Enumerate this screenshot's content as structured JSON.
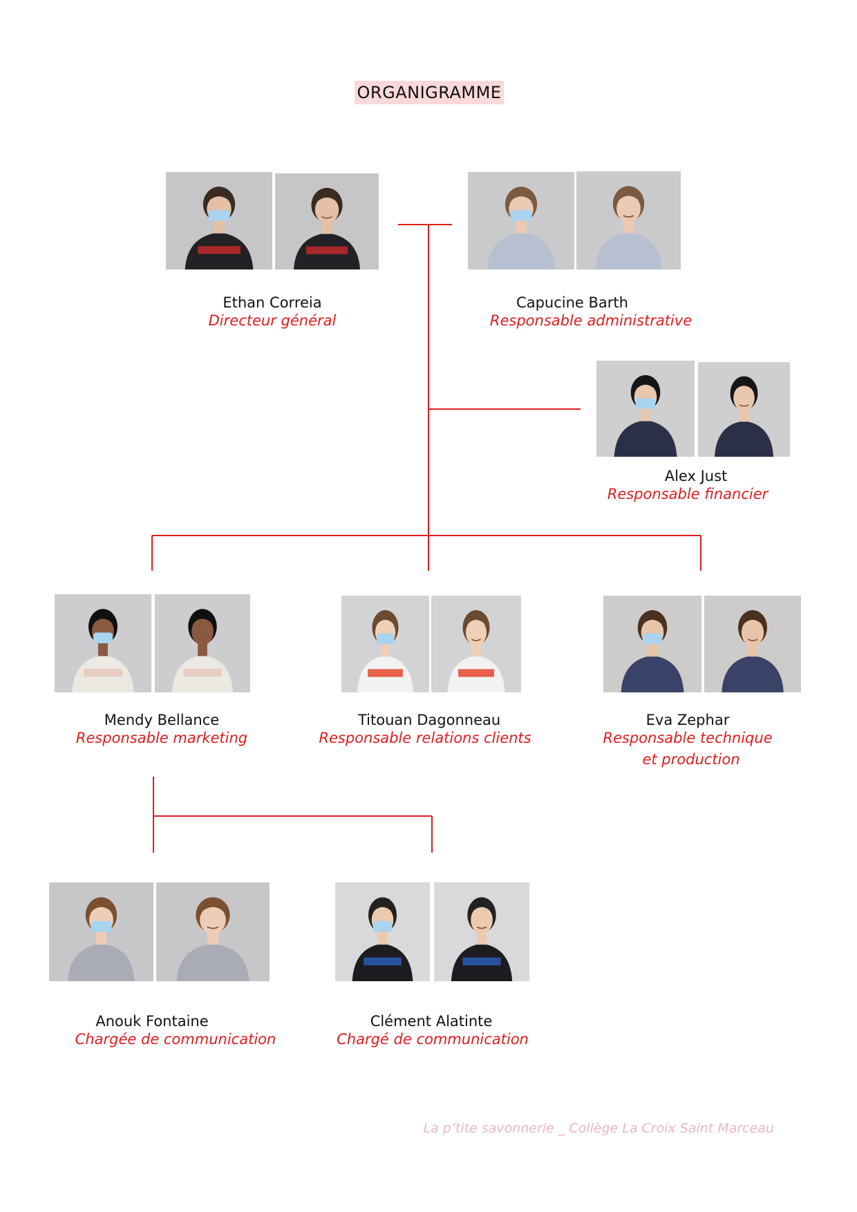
{
  "title": "ORGANIGRAMME",
  "accent_color": "#e01c1c",
  "members": [
    {
      "id": "ethan",
      "name": "Ethan Correia",
      "role": "Directeur général",
      "colors": {
        "bg": "#c2c2c4",
        "top": "#222226",
        "accent": "#c0282a",
        "hair": "#3a2a20",
        "skin": "#e3c0a6",
        "mask": true
      }
    },
    {
      "id": "capucine",
      "name": "Capucine Barth",
      "role": "Responsable administrative",
      "colors": {
        "bg": "#c6c6c8",
        "top": "#b7c0d0",
        "accent": "#b7c0d0",
        "hair": "#7a5a40",
        "skin": "#ecc9b3",
        "mask": true
      }
    },
    {
      "id": "alex",
      "name": "Alex Just",
      "role": "Responsable financier",
      "colors": {
        "bg": "#cbcbcd",
        "top": "#2b3048",
        "accent": "#2b3048",
        "hair": "#161616",
        "skin": "#e9c7ad",
        "mask": true
      }
    },
    {
      "id": "mendy",
      "name": "Mendy Bellance",
      "role": "Responsable marketing",
      "colors": {
        "bg": "#c9c9cb",
        "top": "#ece8e2",
        "accent": "#e8c8bc",
        "hair": "#101010",
        "skin": "#8a5a40",
        "mask": true
      }
    },
    {
      "id": "titouan",
      "name": "Titouan Dagonneau",
      "role": "Responsable relations clients",
      "colors": {
        "bg": "#d0d0d2",
        "top": "#f2f2f2",
        "accent": "#e8452c",
        "hair": "#6a4a30",
        "skin": "#efcfb7",
        "mask": true
      }
    },
    {
      "id": "eva",
      "name": "Eva Zephar",
      "role": "Responsable technique",
      "role_line2": "et production",
      "colors": {
        "bg": "#c9c8c6",
        "top": "#3b4268",
        "accent": "#3b4268",
        "hair": "#4a3020",
        "skin": "#e8c4a8",
        "mask": true
      }
    },
    {
      "id": "anouk",
      "name": "Anouk Fontaine",
      "role": "Chargée de communication",
      "colors": {
        "bg": "#c3c3c5",
        "top": "#a9acb4",
        "accent": "#a9acb4",
        "hair": "#7a5030",
        "skin": "#eecdb8",
        "mask": true
      }
    },
    {
      "id": "clement",
      "name": "Clément Alatinte",
      "role": "Chargé de communication",
      "colors": {
        "bg": "#d6d6d8",
        "top": "#1c1c20",
        "accent": "#2a5bb5",
        "hair": "#222",
        "skin": "#edc9ad",
        "mask": true
      }
    }
  ],
  "footer": "La p’tite savonnerie _ Collège La Croix Saint Marceau"
}
